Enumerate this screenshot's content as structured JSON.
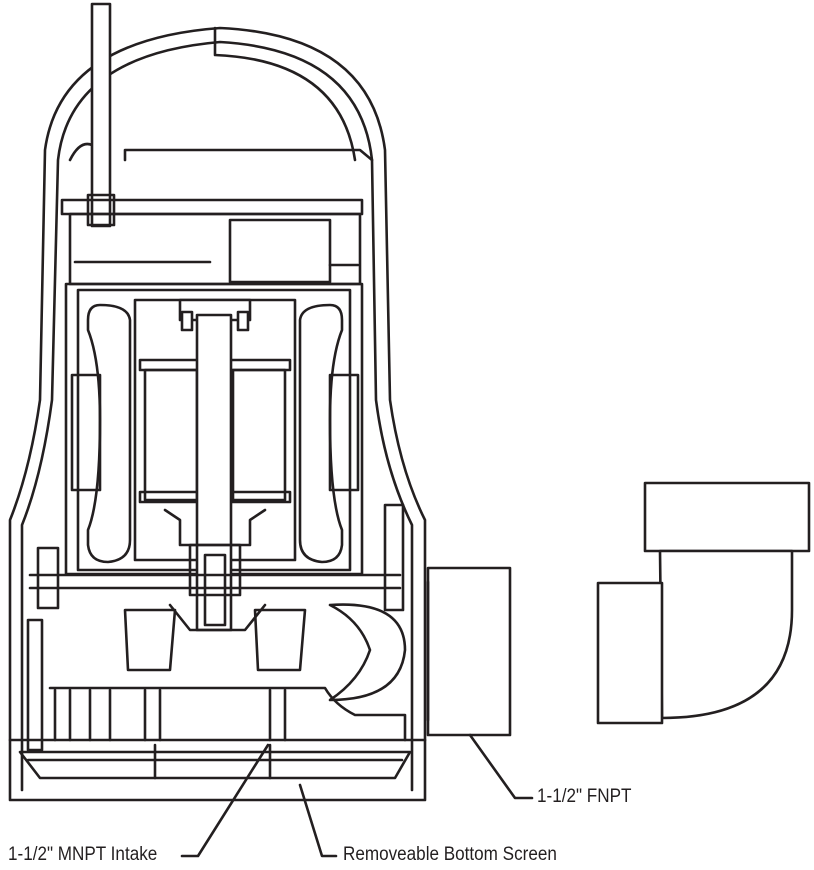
{
  "labels": {
    "discharge": "1-1/2\" FNPT",
    "intake": "1-1/2\" MNPT Intake",
    "screen": "Removeable Bottom Screen"
  },
  "colors": {
    "line": "#231f20",
    "background": "#ffffff"
  }
}
